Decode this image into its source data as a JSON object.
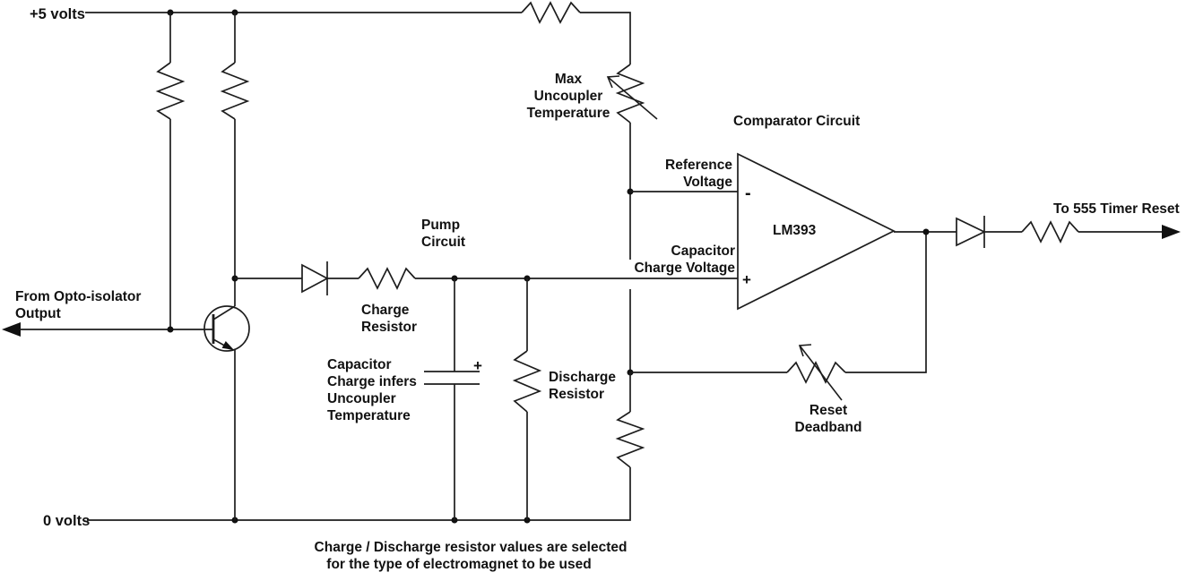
{
  "rails": {
    "top": "+5 volts",
    "bottom": "0 volts"
  },
  "input": {
    "line1": "From Opto-isolator",
    "line2": "Output"
  },
  "pump_circuit": {
    "title_line1": "Pump",
    "title_line2": "Circuit",
    "charge_resistor_line1": "Charge",
    "charge_resistor_line2": "Resistor",
    "capacitor_note_line1": "Capacitor",
    "capacitor_note_line2": "Charge infers",
    "capacitor_note_line3": "Uncoupler",
    "capacitor_note_line4": "Temperature",
    "capacitor_polarity": "+",
    "discharge_resistor_line1": "Discharge",
    "discharge_resistor_line2": "Resistor"
  },
  "max_temp_pot": {
    "line1": "Max",
    "line2": "Uncoupler",
    "line3": "Temperature"
  },
  "comparator": {
    "title": "Comparator Circuit",
    "inverting_label_line1": "Reference",
    "inverting_label_line2": "Voltage",
    "inverting_sign": "-",
    "noninverting_label_line1": "Capacitor",
    "noninverting_label_line2": "Charge Voltage",
    "noninverting_sign": "+",
    "part_number": "LM393"
  },
  "reset_pot": {
    "line1": "Reset",
    "line2": "Deadband"
  },
  "output": {
    "label": "To 555 Timer Reset"
  },
  "caption": {
    "line1": "Charge / Discharge resistor values are selected",
    "line2": "for the type of electromagnet to be used"
  }
}
